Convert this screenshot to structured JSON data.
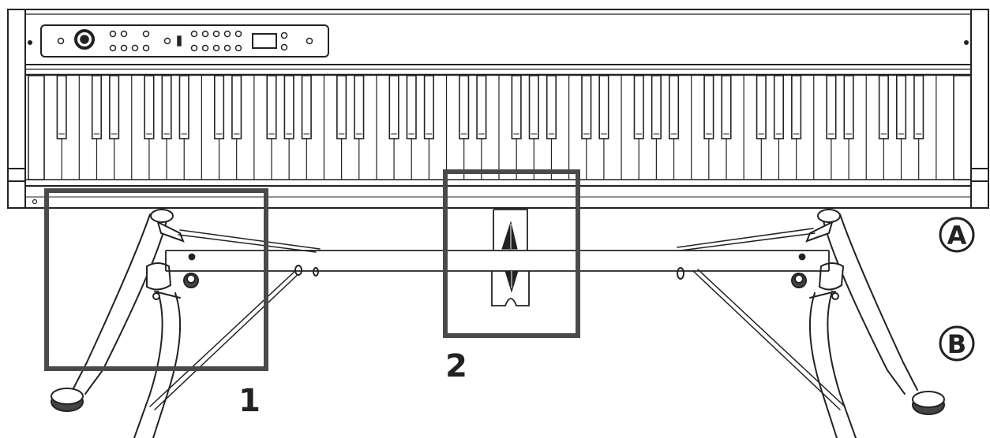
{
  "diagram": {
    "callouts": {
      "area1": "1",
      "area2": "2"
    },
    "parts": {
      "a": "A",
      "b": "B"
    },
    "keyboard": {
      "white_key_count": 52,
      "black_key_pattern": [
        1,
        1,
        0,
        1,
        1,
        1,
        0
      ]
    },
    "colors": {
      "line": "#222222",
      "box": "#4a4a4a",
      "background": "#ffffff"
    }
  }
}
